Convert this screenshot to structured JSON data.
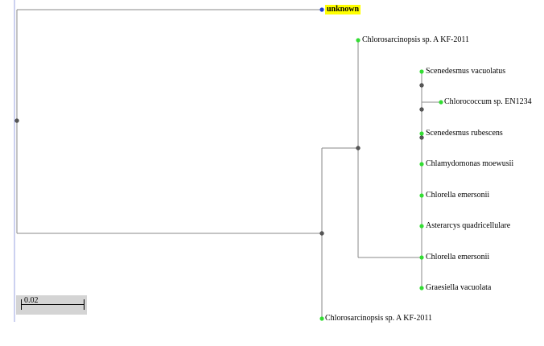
{
  "tree": {
    "leaves": [
      {
        "id": "unknown",
        "label": "unknown",
        "highlight": true,
        "node_color": "#1f3fd0"
      },
      {
        "id": "chlorosarcinopsis_top",
        "label": "Chlorosarcinopsis sp. A KF-2011",
        "highlight": false,
        "node_color": "#33dd33"
      },
      {
        "id": "scenedesmus_vacuolatus",
        "label": "Scenedesmus vacuolatus",
        "highlight": false,
        "node_color": "#33dd33"
      },
      {
        "id": "chlorococcum",
        "label": "Chlorococcum sp. EN1234",
        "highlight": false,
        "node_color": "#33dd33"
      },
      {
        "id": "scenedesmus_rubescens",
        "label": "Scenedesmus rubescens",
        "highlight": false,
        "node_color": "#33dd33"
      },
      {
        "id": "chlamydomonas",
        "label": "Chlamydomonas moewusii",
        "highlight": false,
        "node_color": "#33dd33"
      },
      {
        "id": "chlorella_1",
        "label": "Chlorella emersonii",
        "highlight": false,
        "node_color": "#33dd33"
      },
      {
        "id": "asterarcys",
        "label": "Asterarcys quadricellulare",
        "highlight": false,
        "node_color": "#33dd33"
      },
      {
        "id": "chlorella_2",
        "label": "Chlorella emersonii",
        "highlight": false,
        "node_color": "#33dd33"
      },
      {
        "id": "graesiella",
        "label": "Graesiella vacuolata",
        "highlight": false,
        "node_color": "#33dd33"
      },
      {
        "id": "chlorosarcinopsis_bottom",
        "label": "Chlorosarcinopsis sp. A KF-2011",
        "highlight": false,
        "node_color": "#33dd33"
      }
    ],
    "branch_color": "#888888",
    "internal_node_color": "#555555"
  },
  "scale_bar": {
    "label": "0.02"
  }
}
